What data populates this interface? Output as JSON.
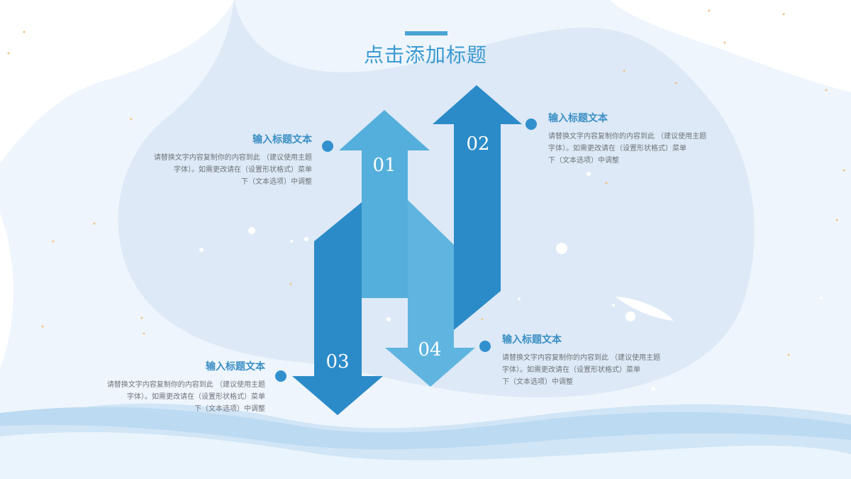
{
  "title": "点击添加标题",
  "colors": {
    "accent": "#3c9ad2",
    "arrow_dark": "#2b8bc8",
    "arrow_light": "#55afdc",
    "dot": "#3390cf",
    "background": "#eaf3fb",
    "blob": "#dde9f6",
    "wave": "#bfdcf3"
  },
  "items": [
    {
      "number": "01",
      "heading": "输入标题文本",
      "body": "请替换文字内容复制你的内容到此 （建议使用主题\n字体）。如需更改请在（设置形状格式）菜单\n下（文本选项）中调整"
    },
    {
      "number": "02",
      "heading": "输入标题文本",
      "body": "请替换文字内容复制你的内容到此 （建议使用主题\n字体）。如需更改请在（设置形状格式）菜单\n下（文本选项）中调整"
    },
    {
      "number": "03",
      "heading": "输入标题文本",
      "body": "请替换文字内容复制你的内容到此 （建议使用主题\n字体）。如需更改请在（设置形状格式）菜单\n下（文本选项）中调整"
    },
    {
      "number": "04",
      "heading": "输入标题文本",
      "body": "请替换文字内容复制你的内容到此 （建议使用主题\n字体）。如需更改请在（设置形状格式）菜单\n下（文本选项）中调整"
    }
  ]
}
